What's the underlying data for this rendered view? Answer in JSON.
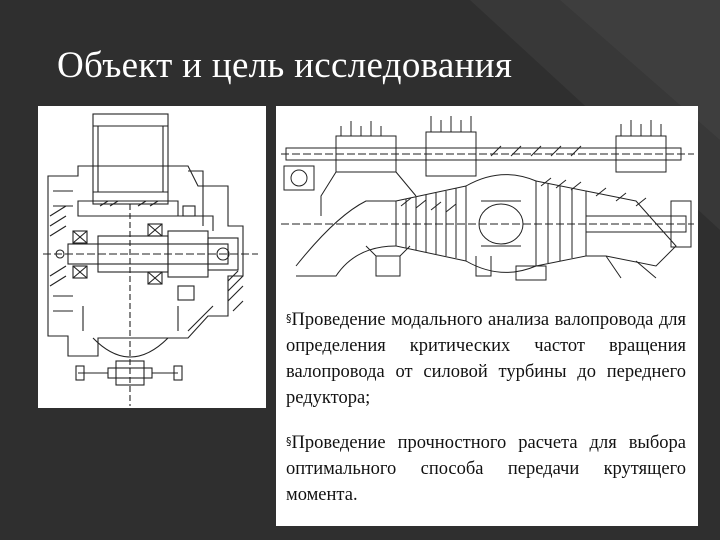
{
  "slide": {
    "title": "Объект и цель исследования",
    "bullet_marker": "§",
    "bullets": [
      "Проведение модального анализа валопровода для определения критических частот вращения валопровода от силовой турбины до переднего редуктора;",
      "Проведение прочностного расчета для выбора оптимального способа передачи крутящего момента."
    ]
  },
  "figures": {
    "left": "reduction-gearbox-cross-section-drawing",
    "top": "turboshaft-engine-cross-section-drawing"
  },
  "colors": {
    "background": "#2f2f2f",
    "facet": "#3a3a3a",
    "title": "#ffffff",
    "panel": "#ffffff",
    "ink": "#111111"
  }
}
